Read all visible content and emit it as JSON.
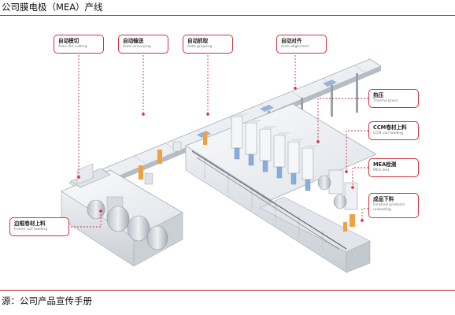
{
  "header": {
    "title": "公司膜电极（MEA）产线"
  },
  "footer": {
    "source": "源：公司产品宣传手册"
  },
  "callouts": [
    {
      "id": "die-cutting",
      "zh": "自动模切",
      "en": "Auto die cutting"
    },
    {
      "id": "conveying",
      "zh": "自动输送",
      "en": "Auto conveying"
    },
    {
      "id": "gripping",
      "zh": "自动抓取",
      "en": "Auto gripping"
    },
    {
      "id": "alignment",
      "zh": "自动对齐",
      "en": "Auto alignment"
    },
    {
      "id": "thermo-press",
      "zh": "热压",
      "en": "Thermo press"
    },
    {
      "id": "ccm-loading",
      "zh": "CCM卷材上料",
      "en": "CCM coil loading"
    },
    {
      "id": "mea-test",
      "zh": "MEA检测",
      "en": "MEA test"
    },
    {
      "id": "unloading",
      "zh": "成品下料",
      "en": "Finished products unloading"
    },
    {
      "id": "frame-loading",
      "zh": "边框卷材上料",
      "en": "Frame coil loading"
    }
  ],
  "colors": {
    "accent": "#d3313f",
    "rule": "#b8172c",
    "orange": "#f0a040",
    "machine": "#e9ecf0"
  }
}
